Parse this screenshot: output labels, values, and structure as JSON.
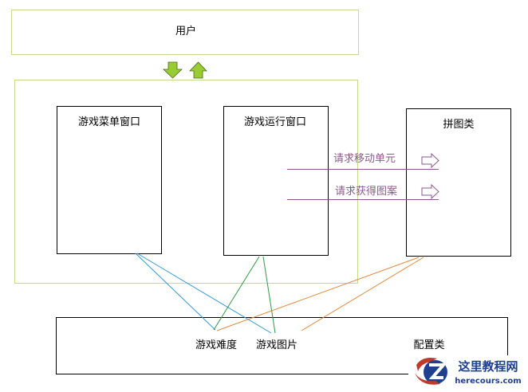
{
  "nodes": {
    "user": "用户",
    "menu_window": "游戏菜单窗口",
    "run_window": "游戏运行窗口",
    "puzzle_class": "拼图类",
    "config_class": "配置类",
    "difficulty": "游戏难度",
    "picture": "游戏图片"
  },
  "messages": {
    "move_unit": "请求移动单元",
    "get_pattern": "请求获得图案"
  },
  "watermark": {
    "title": "这里教程网",
    "site": "herecours.com"
  },
  "colors": {
    "green_border": "#c5db88",
    "arrow_green": "#99cc33",
    "purple": "#8a5a8a",
    "blue": "#3399cc",
    "dark_green": "#339944",
    "orange": "#e08a3c"
  }
}
